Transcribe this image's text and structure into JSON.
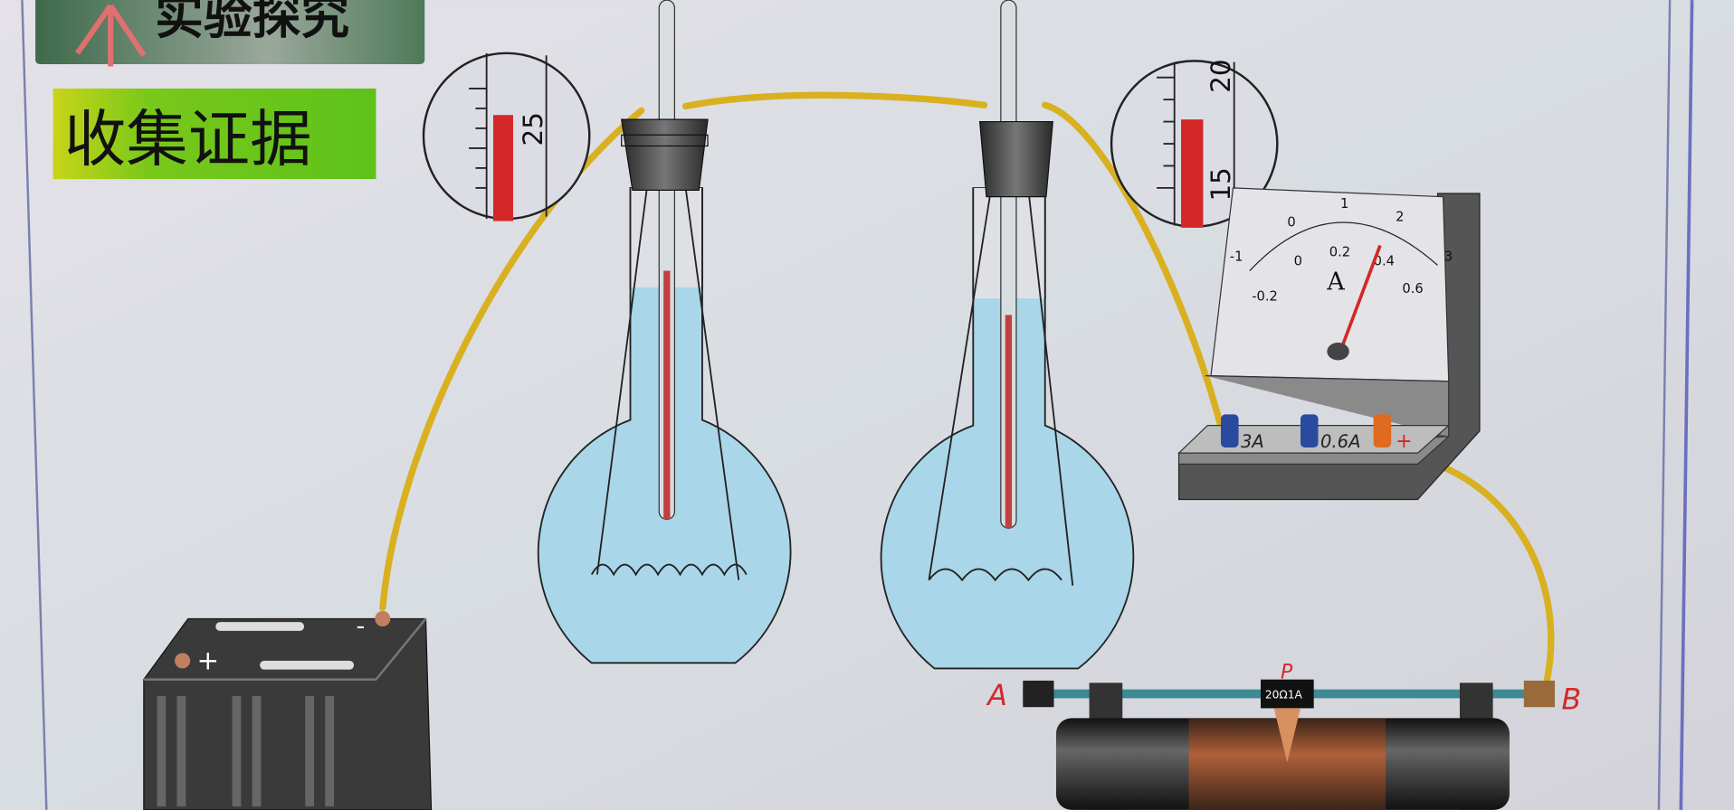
{
  "banner": {
    "title": "实验探究"
  },
  "section_label": "收集证据",
  "magnifier_left": {
    "scale_label": "25"
  },
  "magnifier_right": {
    "scale_top": "20",
    "scale_bottom": "15"
  },
  "ammeter": {
    "unit": "A",
    "scale_small": [
      "-0.2",
      "0",
      "0.2",
      "0.4",
      "0.6"
    ],
    "scale_large": [
      "-1",
      "0",
      "1",
      "2",
      "3"
    ],
    "terminals": [
      "3A",
      "0.6A",
      "+"
    ]
  },
  "battery": {
    "positive": "+",
    "negative": "-"
  },
  "rheostat": {
    "end_a": "A",
    "end_b": "B",
    "slider": "P",
    "rating": "20Ω1A"
  },
  "colors": {
    "wire": "#d9b020",
    "water": "#a9d6e8",
    "label_bg": "#6fc81c",
    "thermo_red": "#d42828"
  }
}
